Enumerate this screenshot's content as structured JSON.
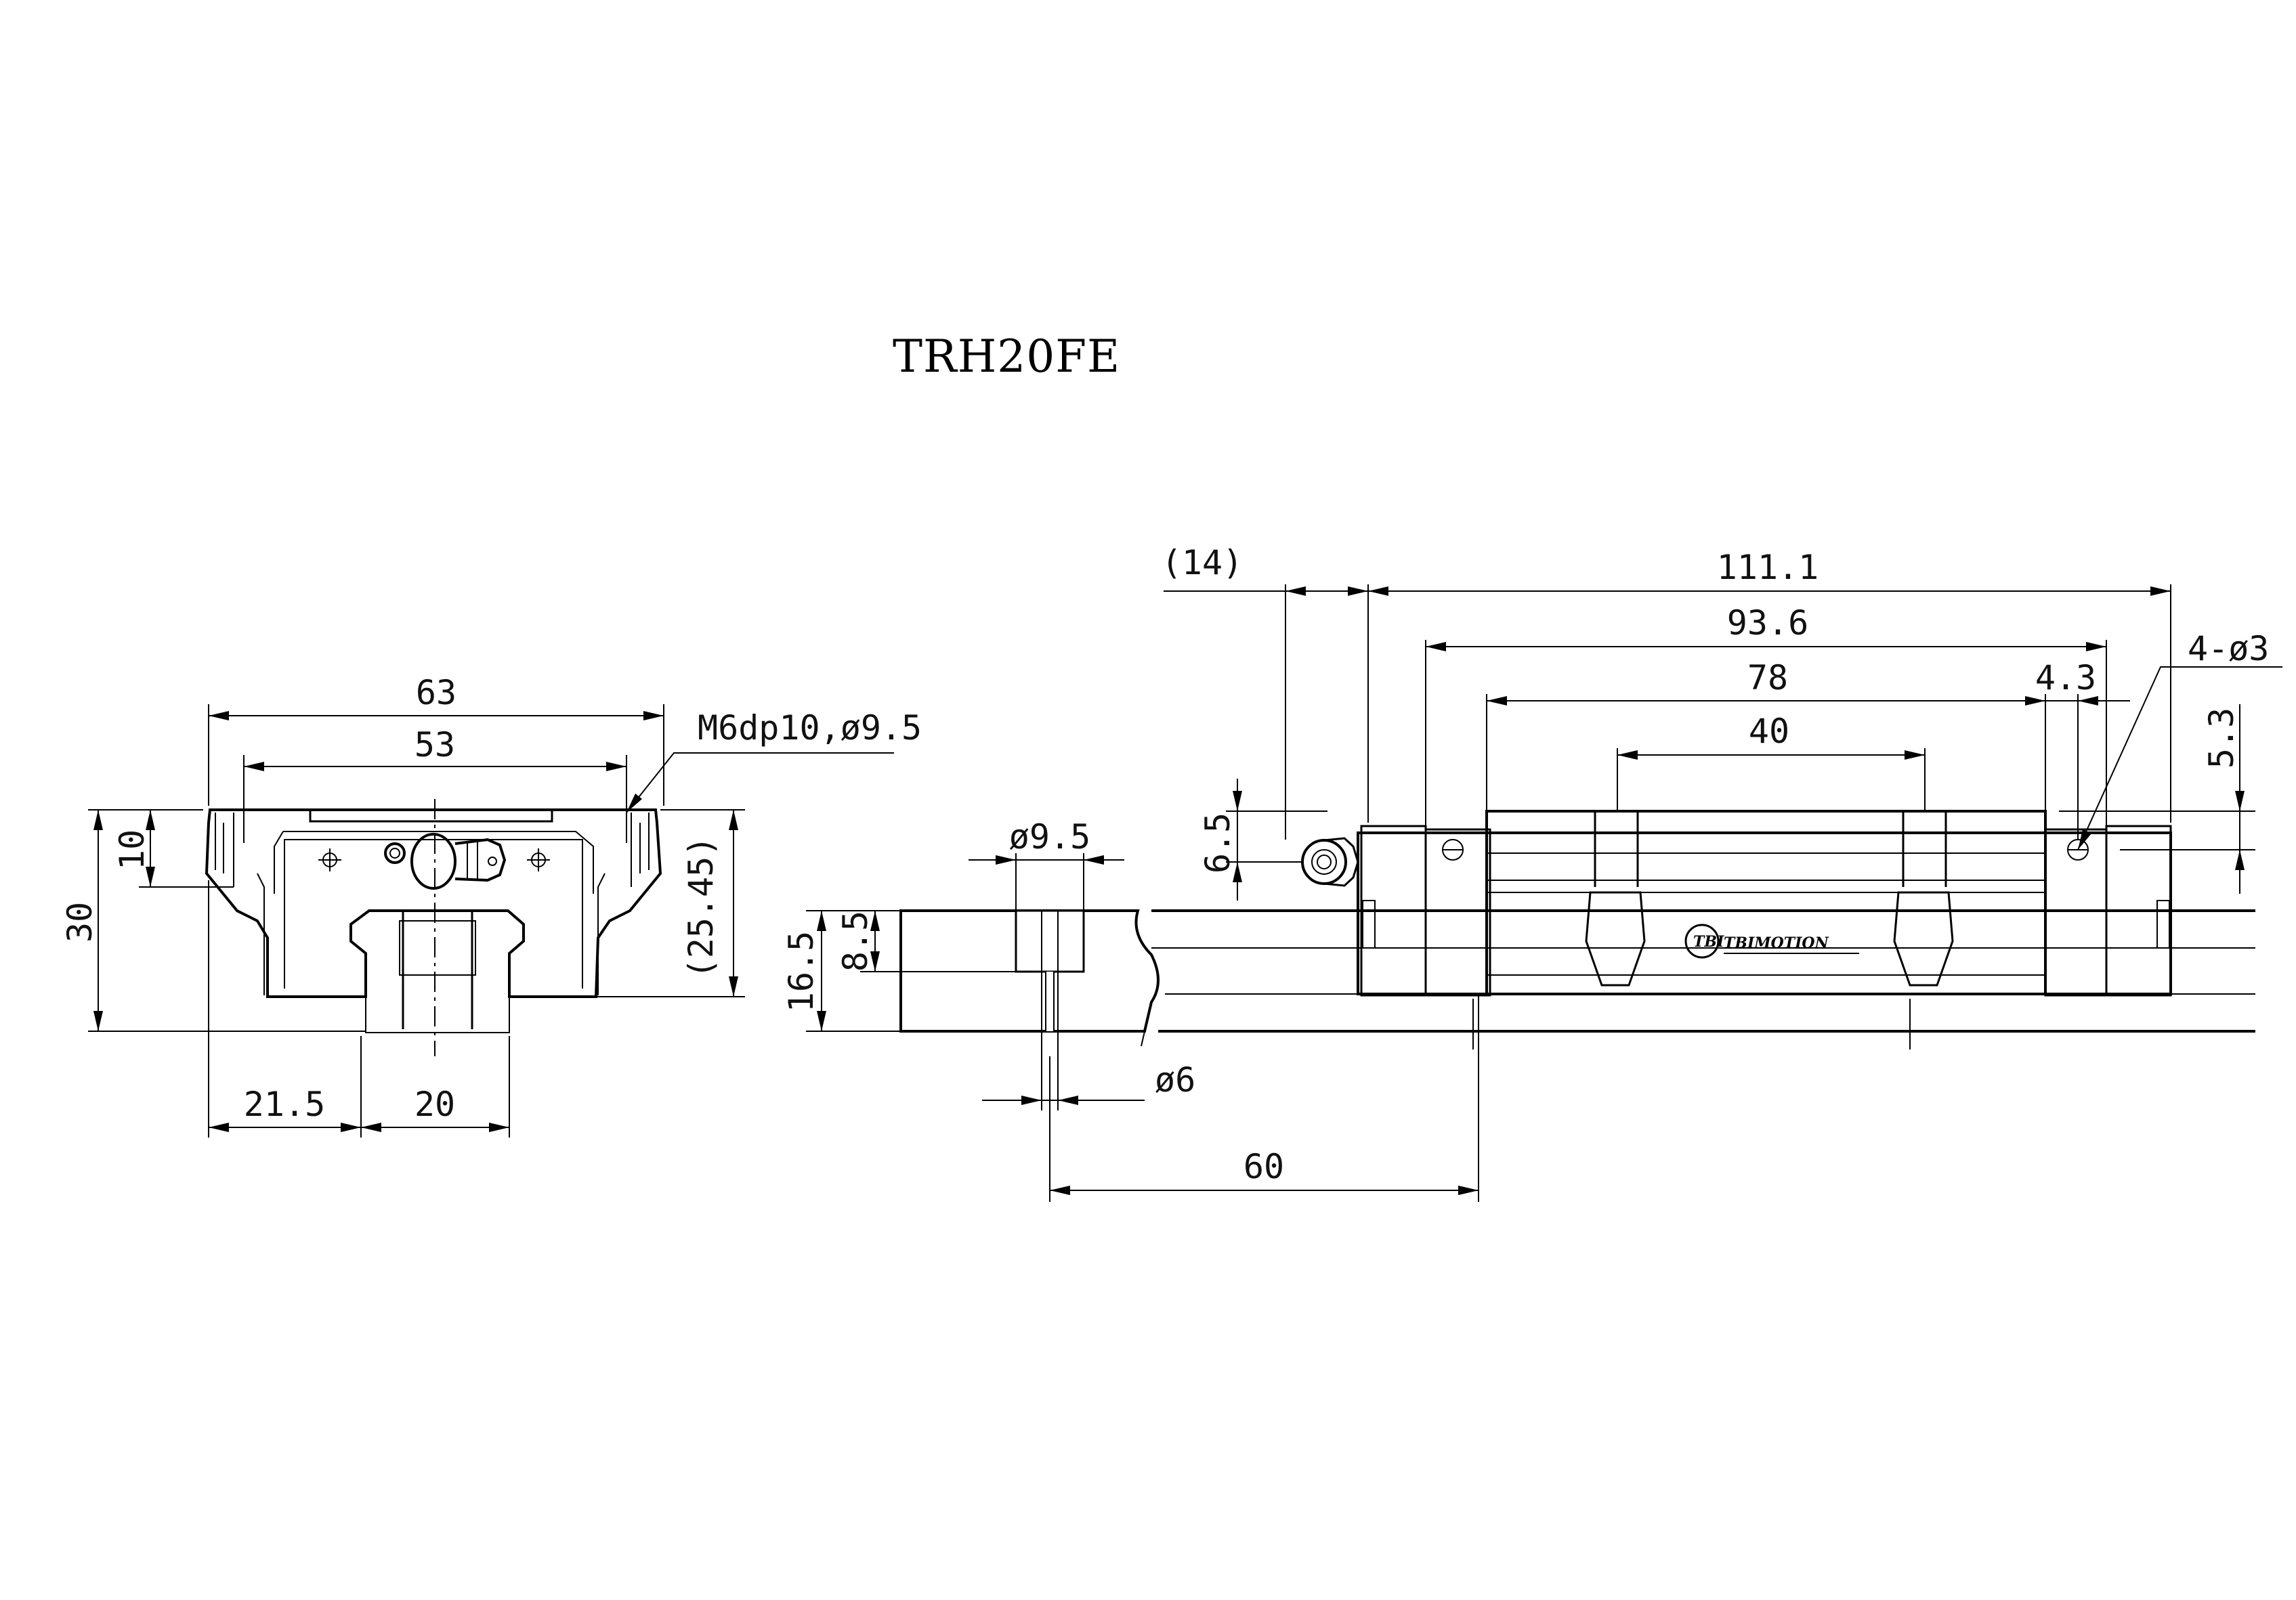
{
  "title": "TRH20FE",
  "brand": "TBIMOTION",
  "brand_mark": "TBI",
  "end_view_dims": {
    "width_outer": "63",
    "width_mount": "53",
    "mount_thread": "M6dp10,ø9.5",
    "height_total": "30",
    "height_flange": "10",
    "height_ref": "(25.45)",
    "offset_left": "21.5",
    "rail_width": "20"
  },
  "side_view_dims": {
    "grease_nipple": "(14)",
    "length_total": "111.1",
    "length_body": "93.6",
    "length_steel": "78",
    "hole_pitch": "40",
    "edge_offset": "4.3",
    "reference_holes": "4-ø3",
    "hole_height": "5.3",
    "nipple_height": "6.5",
    "counterbore_dia": "ø9.5",
    "rail_top": "8.5",
    "rail_height": "16.5",
    "bolt_hole_dia": "ø6",
    "rail_pitch": "60"
  }
}
